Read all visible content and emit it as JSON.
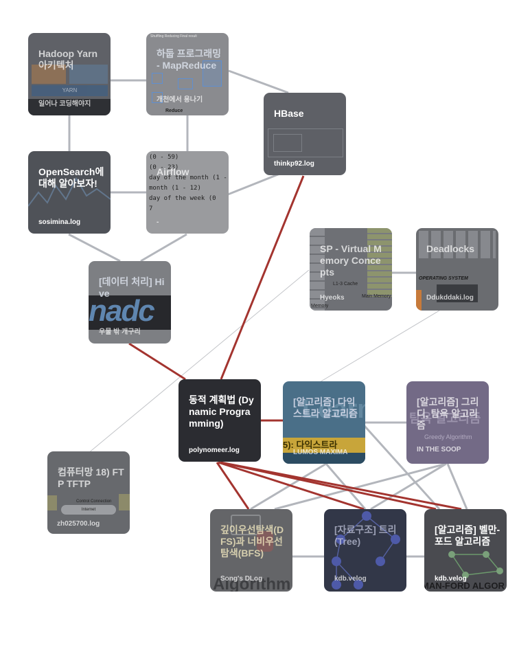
{
  "nodes": [
    {
      "id": "yarn",
      "title": "Hadoop Yarn 아키텍처",
      "author": "일어나 코딩해야지",
      "color": "#5f6167"
    },
    {
      "id": "mapreduce",
      "title": "하둡 프로그래밍 - MapReduce",
      "author": "개천에서 용나기",
      "color": "#8a8b8f"
    },
    {
      "id": "hbase",
      "title": "HBase",
      "author": "thinkp92.log",
      "color": "#5e6066"
    },
    {
      "id": "opensearch",
      "title": "OpenSearch에 대해 알아보자!",
      "author": "sosimina.log",
      "color": "#4f5258"
    },
    {
      "id": "airflow",
      "title": "Airflow",
      "author": "-",
      "color": "#9a9b9e"
    },
    {
      "id": "hive",
      "title": "[데이터 처리] Hive",
      "author": "우물 밖 개구리",
      "color": "#7d7f83"
    },
    {
      "id": "sp",
      "title": "SP - Virtual Memory Concepts",
      "author": "Hyeoks",
      "color": "#6e7075"
    },
    {
      "id": "deadlocks",
      "title": "Deadlocks",
      "author": "Ddukddaki.log",
      "color": "#6a6c70"
    },
    {
      "id": "dp",
      "title": "동적 계획법 (Dynamic Programming)",
      "author": "polynomeer.log",
      "color": "#2b2c31"
    },
    {
      "id": "dijkstra",
      "title": "[알고리즘] 다익스트라 알고리즘",
      "author": "LUMOS MAXIMA",
      "color": "#4a6f88"
    },
    {
      "id": "greedy",
      "title": "[알고리즘] 그리디, 탐욕 알고리즘",
      "author": "IN THE SOOP",
      "color": "#736a86"
    },
    {
      "id": "ftp",
      "title": "컴퓨터망 18) FTP TFTP",
      "author": "zh025700.log",
      "color": "#67696d"
    },
    {
      "id": "dfs",
      "title": "깊이우선탐색(DFS)과 너비우선탐색(BFS)",
      "author": "Song's DLog",
      "color": "#646568"
    },
    {
      "id": "tree",
      "title": "[자료구조] 트리(Tree)",
      "author": "kdb.velog",
      "color": "#323748"
    },
    {
      "id": "bellman",
      "title": "[알고리즘] 벨만-포드 알고리즘",
      "author": "kdb.velog",
      "color": "#4a4b50"
    }
  ],
  "deco": {
    "mapreduce_header": "Shuffling   Reducing   Final result",
    "mapreduce_footer": "Reduce",
    "cron_text": "(0 - 59)\n(0 - 23)\nday of the month (1 - 31)\nmonth (1 - 12)\nday of the week (0\n7",
    "sp_cache": "L1-3 Cache",
    "sp_main": "Main Memory",
    "sp_disk": "Memory",
    "deadlock_book": "OPERATING SYSTEM",
    "dijkstra_banner": "5): 다익스트라 ",
    "dijkstra_big": "Learn",
    "greedy_sub": "Greedy Algorithm",
    "greedy_big": "탐욕 알고리즘",
    "dfs_big": "Algorithm",
    "bellman_big": "MAN-FORD ALGOR",
    "hive_big": "nadc",
    "ftp_conn": "Control Connection",
    "ftp_inet": "Internet",
    "yarn_label": "YARN"
  }
}
